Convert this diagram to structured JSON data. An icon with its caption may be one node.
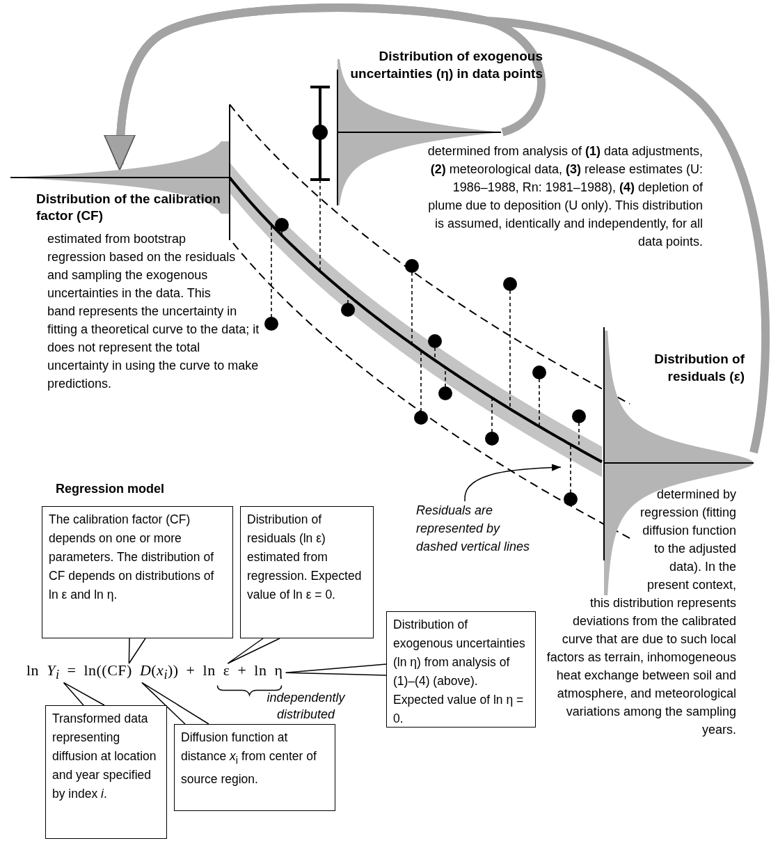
{
  "diagram": {
    "nodes": [
      {
        "text": [],
        "shape": "curve"
      },
      {
        "text": [],
        "shape": "curve"
      },
      {
        "text": [],
        "shape": "curve"
      },
      {
        "text": [
          "Residuals are represented by dashed vertical lines"
        ]
      },
      {
        "text": [
          "The calibration factor (CF) depends on one or more parameters. The distribution of CF depends on distributions of ln ε and ln η."
        ]
      },
      {
        "text": [
          "Distribution of residuals (ln ε) estimated from regression. Expected value of ln ε = 0."
        ]
      },
      {
        "text": [
          "Distribution of exogenous uncertainties (ln η) from analysis of (1)–(4) (above). Expected value of ln η = 0."
        ]
      },
      {
        "text": [
          "ln *Y*$_{i}$ = ln((CF) *D*(*x*$_{i}$)) + ln ε + ln η"
        ]
      },
      {
        "text": [
          "Transformed data representing diffusion at location and year specified by index *i*."
        ]
      },
      {
        "text": [
          "Diffusion function at distance *x*$_{i}$ from center of source region."
        ]
      }
    ],
    "edges": [
      {
        "from": 0,
        "to": 1,
        "arrow": "to",
        "style": "thick",
        "color": "#a3a3a3"
      },
      {
        "from": 2,
        "to": 1,
        "arrow": "to",
        "style": "thick",
        "color": "#a3a3a3"
      },
      {
        "from": 3,
        "to": null,
        "arrow": "to"
      },
      {
        "from": 4,
        "to": 7,
        "arrow": "none"
      },
      {
        "from": 5,
        "to": 7,
        "arrow": "none"
      },
      {
        "from": 6,
        "to": 7,
        "arrow": "none"
      },
      {
        "from": 8,
        "to": 7,
        "arrow": "none"
      },
      {
        "from": 9,
        "to": 7,
        "arrow": "none"
      }
    ],
    "labels": [
      "Distribution of exogenous uncertainties (η) in data points",
      "determined from analysis of **(1)** data adjustments, **(2)** meteorological data, **(3)** release estimates (U: 1986–1988, Rn: 1981–1988), **(4)** depletion of plume due to deposition (U only). This distribution is assumed, identically and independently, for all data points.",
      "Distribution of the calibration factor (CF)",
      "estimated from bootstrap regression based on the residuals and sampling the exogenous uncertainties in the data. This band represents the uncertainty in fitting a theoretical curve to the data; it does not represent the total uncertainty in using the curve to make predictions.",
      "Distribution of residuals (ε)",
      "determined by regression (fitting diffusion function to the adjusted data). In the present context, this distribution represents deviations from the calibrated curve that are due to such local factors as terrain, inhomogeneous heat exchange between soil and atmosphere, and meteorological variations among the sampling years.",
      "Regression model",
      "independently distributed"
    ]
  }
}
